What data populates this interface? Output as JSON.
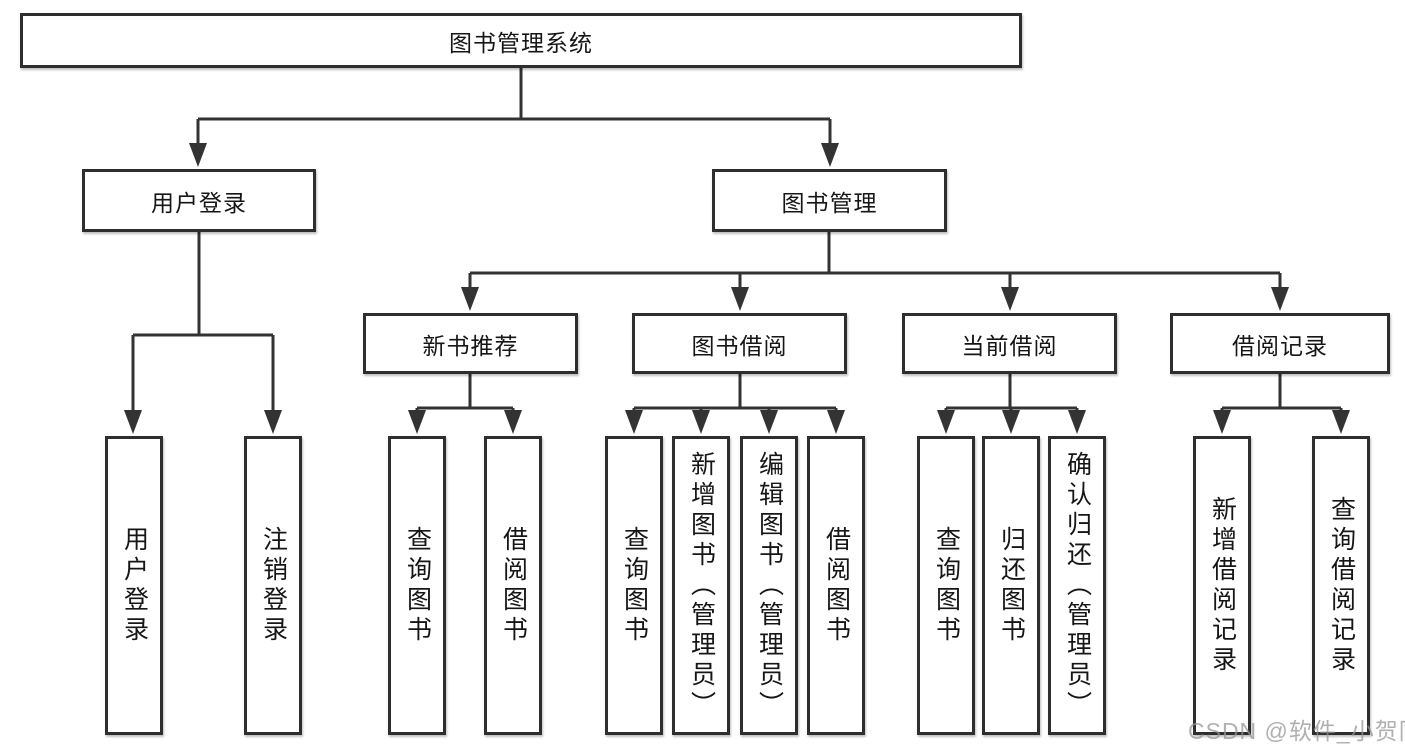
{
  "diagram": {
    "root": {
      "label": "图书管理系统"
    },
    "level2": [
      {
        "label": "用户登录"
      },
      {
        "label": "图书管理"
      }
    ],
    "level3": [
      {
        "label": "新书推荐"
      },
      {
        "label": "图书借阅"
      },
      {
        "label": "当前借阅"
      },
      {
        "label": "借阅记录"
      }
    ],
    "leaves": {
      "user_login": [
        {
          "label": "用户登录"
        },
        {
          "label": "注销登录"
        }
      ],
      "new_books": [
        {
          "label": "查询图书"
        },
        {
          "label": "借阅图书"
        }
      ],
      "book_borrow": [
        {
          "label": "查询图书"
        },
        {
          "label": "新增图书（管理员）"
        },
        {
          "label": "编辑图书（管理员）"
        },
        {
          "label": "借阅图书"
        }
      ],
      "current_borrow": [
        {
          "label": "查询图书"
        },
        {
          "label": "归还图书"
        },
        {
          "label": "确认归还（管理员）"
        }
      ],
      "borrow_records": [
        {
          "label": "新增借阅记录"
        },
        {
          "label": "查询借阅记录"
        }
      ]
    },
    "watermark": "CSDN @软件_小贺同学",
    "colors": {
      "line": "#333333",
      "border": "#2e2e2e",
      "text": "#161616",
      "watermark": "#969696",
      "background": "#ffffff"
    }
  }
}
